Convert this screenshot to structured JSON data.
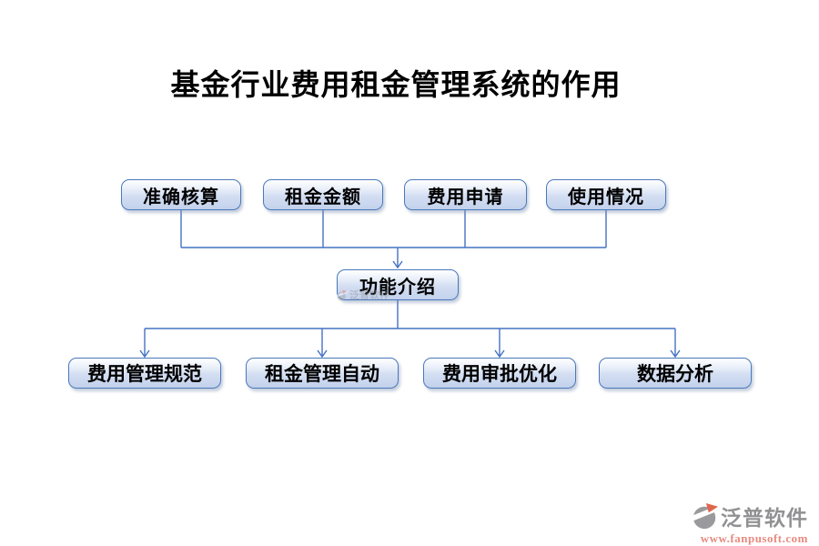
{
  "title": "基金行业费用租金管理系统的作用",
  "diagram": {
    "type": "flowchart",
    "top_row": [
      {
        "label": "准确核算"
      },
      {
        "label": "租金金额"
      },
      {
        "label": "费用申请"
      },
      {
        "label": "使用情况"
      }
    ],
    "center": {
      "label": "功能介绍"
    },
    "bottom_row": [
      {
        "label": "费用管理规范"
      },
      {
        "label": "租金管理自动"
      },
      {
        "label": "费用审批优化"
      },
      {
        "label": "数据分析"
      }
    ],
    "flow": "top_row -> center -> bottom_row"
  },
  "colors": {
    "connector_line": "#4472c4",
    "node_border": "#4a79bb",
    "node_fill_top": "#ffffff",
    "node_fill_bottom": "#c2d1ec",
    "title_text": "#000000",
    "watermark_gray": "#919193",
    "watermark_url": "#e78b80",
    "logo_orange": "#e0654a"
  },
  "watermark": {
    "brand": "泛普软件",
    "url": "www.fanpusoft.com"
  }
}
